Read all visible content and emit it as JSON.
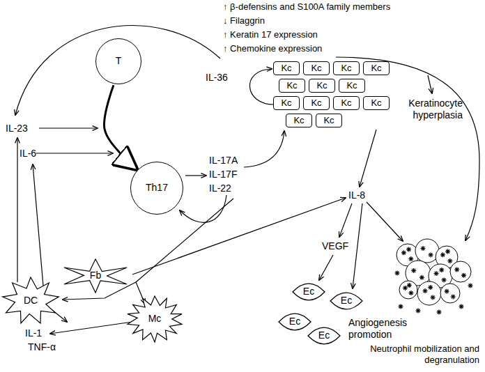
{
  "diagram": {
    "nodes": [
      {
        "text": [
          "T"
        ]
      },
      {
        "text": [
          "Kc"
        ]
      },
      {
        "text": [
          "Kc"
        ]
      },
      {
        "text": [
          "Kc"
        ]
      },
      {
        "text": [
          "Kc"
        ]
      },
      {
        "text": [
          "Kc"
        ]
      },
      {
        "text": [
          "Kc"
        ]
      },
      {
        "text": [
          "Kc"
        ]
      },
      {
        "text": [
          "Kc"
        ]
      },
      {
        "text": [
          "Kc"
        ]
      },
      {
        "text": [
          "Kc"
        ]
      },
      {
        "text": [
          "Kc"
        ]
      },
      {
        "text": [
          "Kc"
        ]
      },
      {
        "text": [
          "Kc"
        ]
      },
      {
        "text": [
          "Th17"
        ]
      },
      {
        "text": [
          "Fb"
        ]
      },
      {
        "text": [
          "DC"
        ]
      },
      {
        "text": [
          "Mc"
        ]
      },
      {
        "text": [
          "Ec"
        ]
      },
      {
        "text": [
          "Ec"
        ]
      },
      {
        "text": [
          "Ec"
        ]
      },
      {
        "text": [
          "Ec"
        ]
      }
    ],
    "edges": [
      {
        "from": 0,
        "to": 14,
        "arrow": "to"
      }
    ],
    "labels": [
      "↑ β-defensins and S100A family members",
      "↓ Filaggrin",
      "↑ Keratin 17 expression",
      "↑ Chemokine expression",
      "IL-36",
      "Keratinocyte hyperplasia",
      "IL-23",
      "IL-6",
      "IL-17A",
      "IL-17F",
      "IL-22",
      "IL-8",
      "VEGF",
      "Angiogenesis promotion",
      "Neutrophil mobilization and degranulation",
      "IL-1",
      "TNF-α"
    ]
  }
}
